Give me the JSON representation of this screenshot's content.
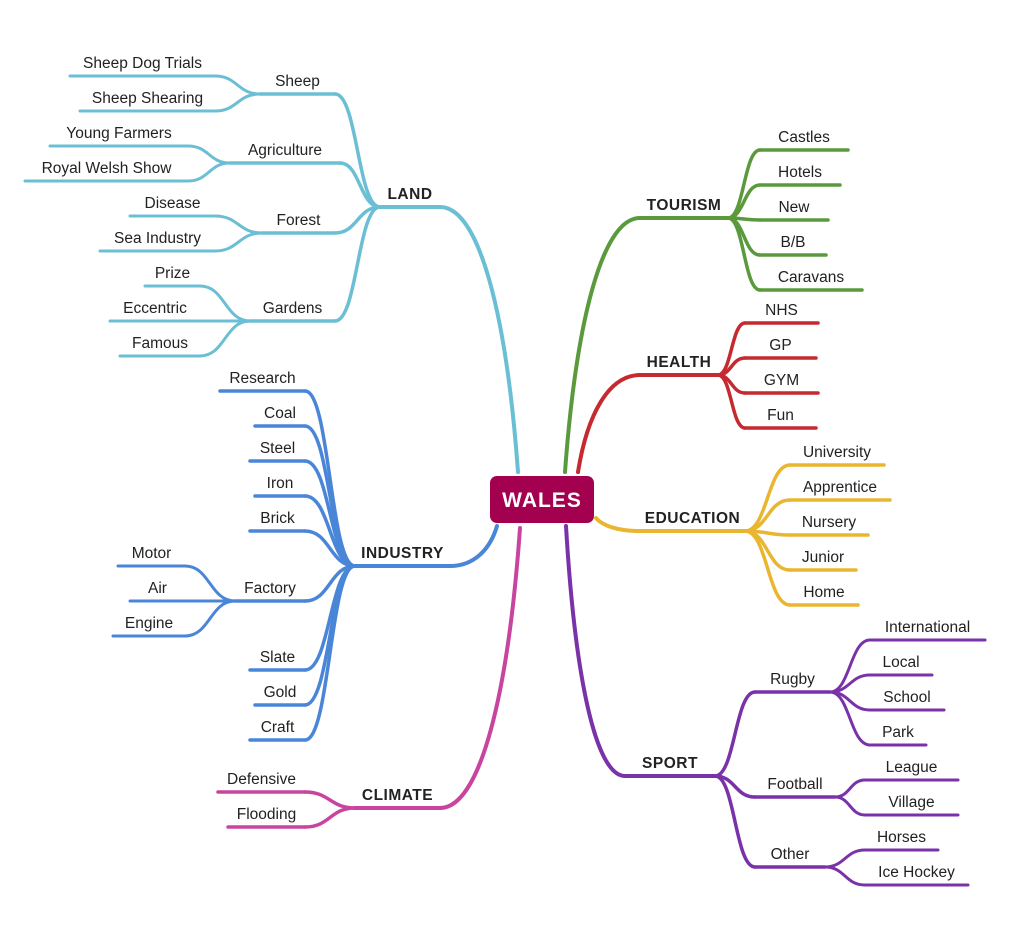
{
  "center": {
    "label": "WALES",
    "color": "#a3004f"
  },
  "branches": [
    {
      "label": "TOURISM",
      "color": "#5a9a3c",
      "children": [
        {
          "label": "Castles"
        },
        {
          "label": "Hotels"
        },
        {
          "label": "New"
        },
        {
          "label": "B/B"
        },
        {
          "label": "Caravans"
        }
      ]
    },
    {
      "label": "HEALTH",
      "color": "#c42a30",
      "children": [
        {
          "label": "NHS"
        },
        {
          "label": "GP"
        },
        {
          "label": "GYM"
        },
        {
          "label": "Fun"
        }
      ]
    },
    {
      "label": "EDUCATION",
      "color": "#eab630",
      "children": [
        {
          "label": "University"
        },
        {
          "label": "Apprentice"
        },
        {
          "label": "Nursery"
        },
        {
          "label": "Junior"
        },
        {
          "label": "Home"
        }
      ]
    },
    {
      "label": "SPORT",
      "color": "#7a32a8",
      "children": [
        {
          "label": "Rugby",
          "children": [
            {
              "label": "International"
            },
            {
              "label": "Local"
            },
            {
              "label": "School"
            },
            {
              "label": "Park"
            }
          ]
        },
        {
          "label": "Football",
          "children": [
            {
              "label": "League"
            },
            {
              "label": "Village"
            }
          ]
        },
        {
          "label": "Other",
          "children": [
            {
              "label": "Horses"
            },
            {
              "label": "Ice Hockey"
            }
          ]
        }
      ]
    },
    {
      "label": "LAND",
      "color": "#6bbfd4",
      "children": [
        {
          "label": "Sheep",
          "children": [
            {
              "label": "Sheep Dog Trials"
            },
            {
              "label": "Sheep Shearing"
            }
          ]
        },
        {
          "label": "Agriculture",
          "children": [
            {
              "label": "Young Farmers"
            },
            {
              "label": "Royal Welsh Show"
            }
          ]
        },
        {
          "label": "Forest",
          "children": [
            {
              "label": "Disease"
            },
            {
              "label": "Sea Industry"
            }
          ]
        },
        {
          "label": "Gardens",
          "children": [
            {
              "label": "Prize"
            },
            {
              "label": "Eccentric"
            },
            {
              "label": "Famous"
            }
          ]
        }
      ]
    },
    {
      "label": "INDUSTRY",
      "color": "#4a86d8",
      "children": [
        {
          "label": "Research"
        },
        {
          "label": "Coal"
        },
        {
          "label": "Steel"
        },
        {
          "label": "Iron"
        },
        {
          "label": "Brick"
        },
        {
          "label": "Factory",
          "children": [
            {
              "label": "Motor"
            },
            {
              "label": "Air"
            },
            {
              "label": "Engine"
            }
          ]
        },
        {
          "label": "Slate"
        },
        {
          "label": "Gold"
        },
        {
          "label": "Craft"
        }
      ]
    },
    {
      "label": "CLIMATE",
      "color": "#c9449e",
      "children": [
        {
          "label": "Defensive"
        },
        {
          "label": "Flooding"
        }
      ]
    }
  ]
}
